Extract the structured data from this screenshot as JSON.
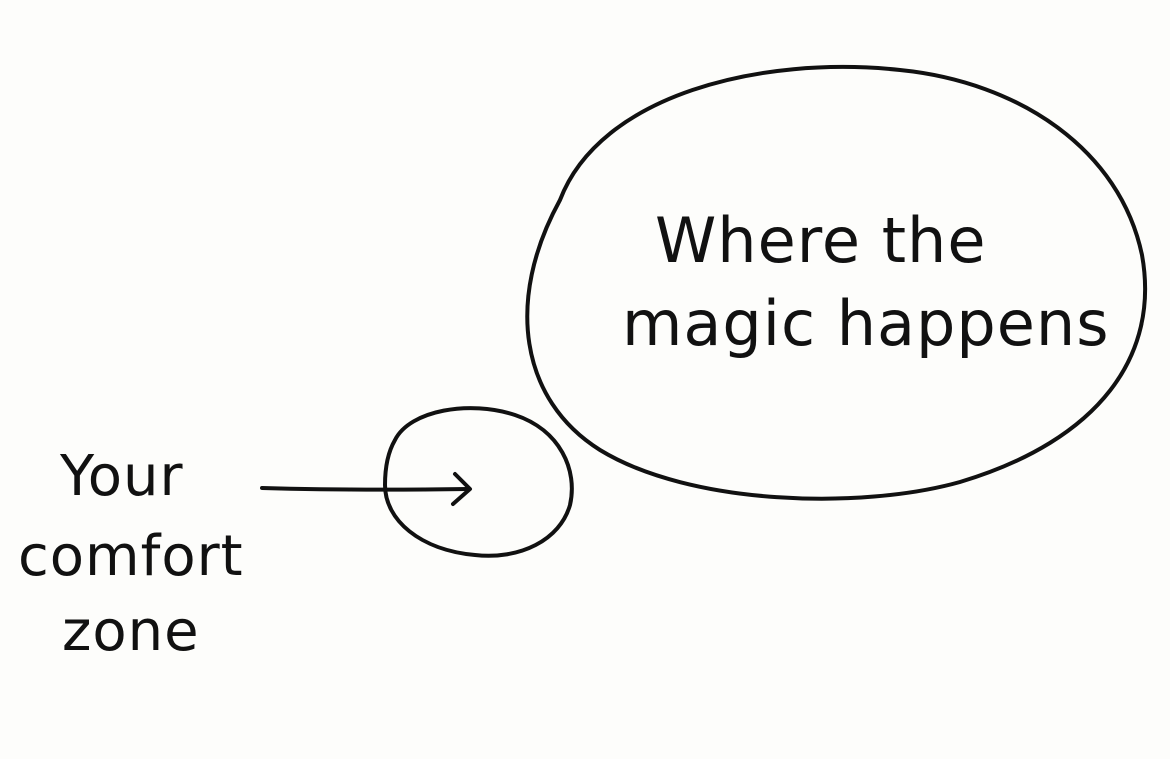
{
  "diagram": {
    "big_circle": {
      "line1": "Where the",
      "line2": "magic happens"
    },
    "small_circle_label": {
      "line1": "Your",
      "line2": "comfort",
      "line3": "zone"
    },
    "colors": {
      "ink": "#111111",
      "background": "#fdfdfb"
    }
  }
}
